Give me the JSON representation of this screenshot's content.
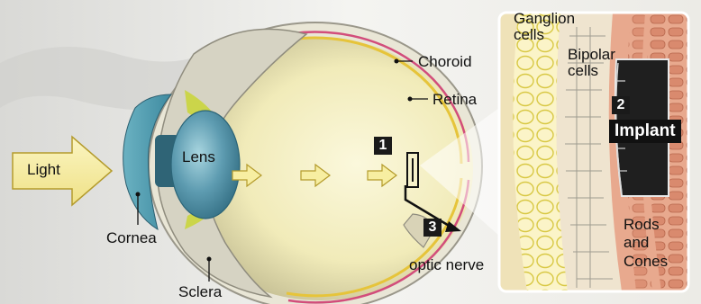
{
  "labels": {
    "light": "Light",
    "lens": "Lens",
    "cornea": "Cornea",
    "sclera": "Sclera",
    "choroid": "Choroid",
    "retina": "Retina",
    "optic_nerve": "optic nerve",
    "ganglion_cells": "Ganglion\ncells",
    "bipolar_cells": "Bipolar\ncells",
    "rods_and_cones": "Rods\nand\nCones",
    "implant": "Implant"
  },
  "steps": [
    "1",
    "2",
    "3"
  ],
  "colors": {
    "arrow_fill": "#f7eea1",
    "arrow_stroke": "#b49b2c",
    "lens": "#4c8aa1",
    "eye_interior": "#f4f0c5",
    "retina_band": "#d24d7b",
    "implant_dark": "#1a1a1a"
  }
}
